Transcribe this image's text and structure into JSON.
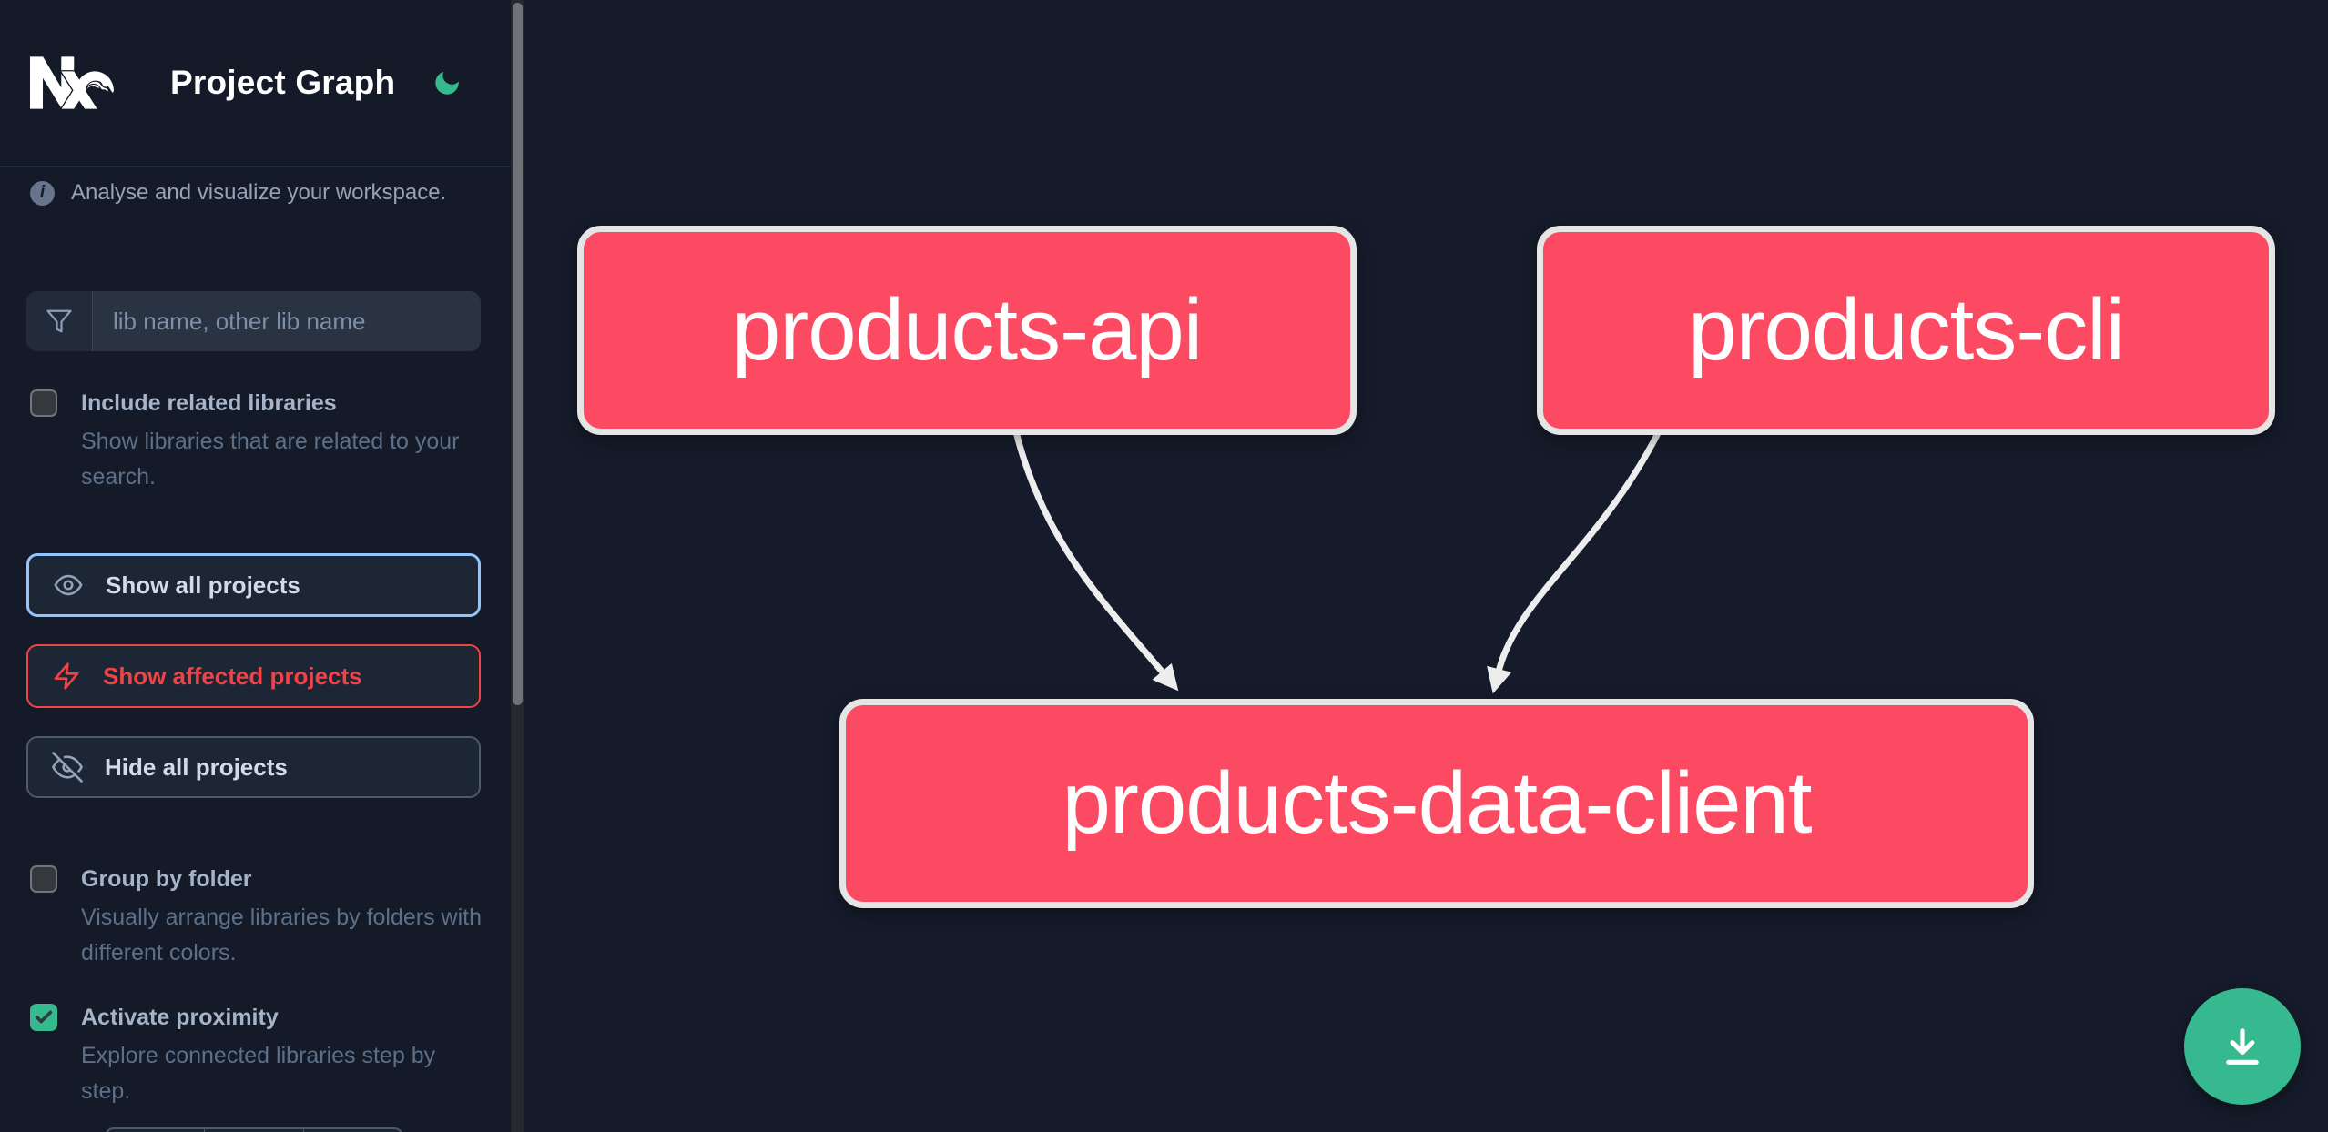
{
  "header": {
    "title": "Project Graph"
  },
  "sidebar": {
    "tagline": "Analyse and visualize your workspace.",
    "search_placeholder": "lib name, other lib name",
    "include_related": {
      "label": "Include related libraries",
      "description": "Show libraries that are related to your search.",
      "checked": false
    },
    "buttons": {
      "show_all": "Show all projects",
      "show_affected": "Show affected projects",
      "hide_all": "Hide all projects"
    },
    "group_by_folder": {
      "label": "Group by folder",
      "description": "Visually arrange libraries by folders with different colors.",
      "checked": false
    },
    "activate_proximity": {
      "label": "Activate proximity",
      "description": "Explore connected libraries step by step.",
      "checked": true
    }
  },
  "graph": {
    "nodes": [
      {
        "id": "products-api",
        "label": "products-api"
      },
      {
        "id": "products-cli",
        "label": "products-cli"
      },
      {
        "id": "products-data-client",
        "label": "products-data-client"
      }
    ],
    "edges": [
      {
        "source": "products-api",
        "target": "products-data-client"
      },
      {
        "source": "products-cli",
        "target": "products-data-client"
      }
    ]
  },
  "icons": {
    "logo": "nx-logo",
    "theme": "moon-icon",
    "info": "info-icon",
    "search": "filter-icon",
    "show_all": "eye-icon",
    "show_affected": "bolt-icon",
    "hide_all": "eye-off-icon",
    "download": "download-icon"
  },
  "colors": {
    "accent_green": "#36b98e",
    "focus_blue": "#93c5fd",
    "affected_red": "#ef4444",
    "node_fill": "#fb4a62",
    "node_border": "#e5e5e5",
    "edge_color": "#ededed"
  }
}
